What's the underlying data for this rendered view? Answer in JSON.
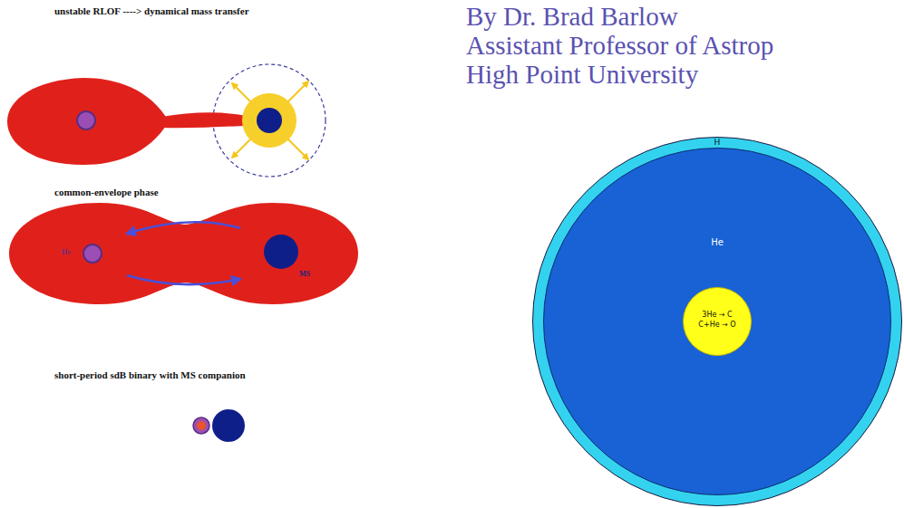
{
  "diagram": {
    "nodes": [
      {
        "text": [
          "H"
        ]
      },
      {
        "text": [
          "He"
        ],
        "in": 0
      },
      {
        "text": [
          "3He → C",
          "C+He → O"
        ],
        "in": 1
      }
    ],
    "labels": [
      "unstable RLOF ----> dynamical mass transfer",
      "common-envelope phase",
      "He",
      "MS",
      "short-period sdB binary with MS companion",
      "By Dr. Brad Barlow",
      "Assistant Professor of Astrop",
      "High Point University"
    ]
  }
}
